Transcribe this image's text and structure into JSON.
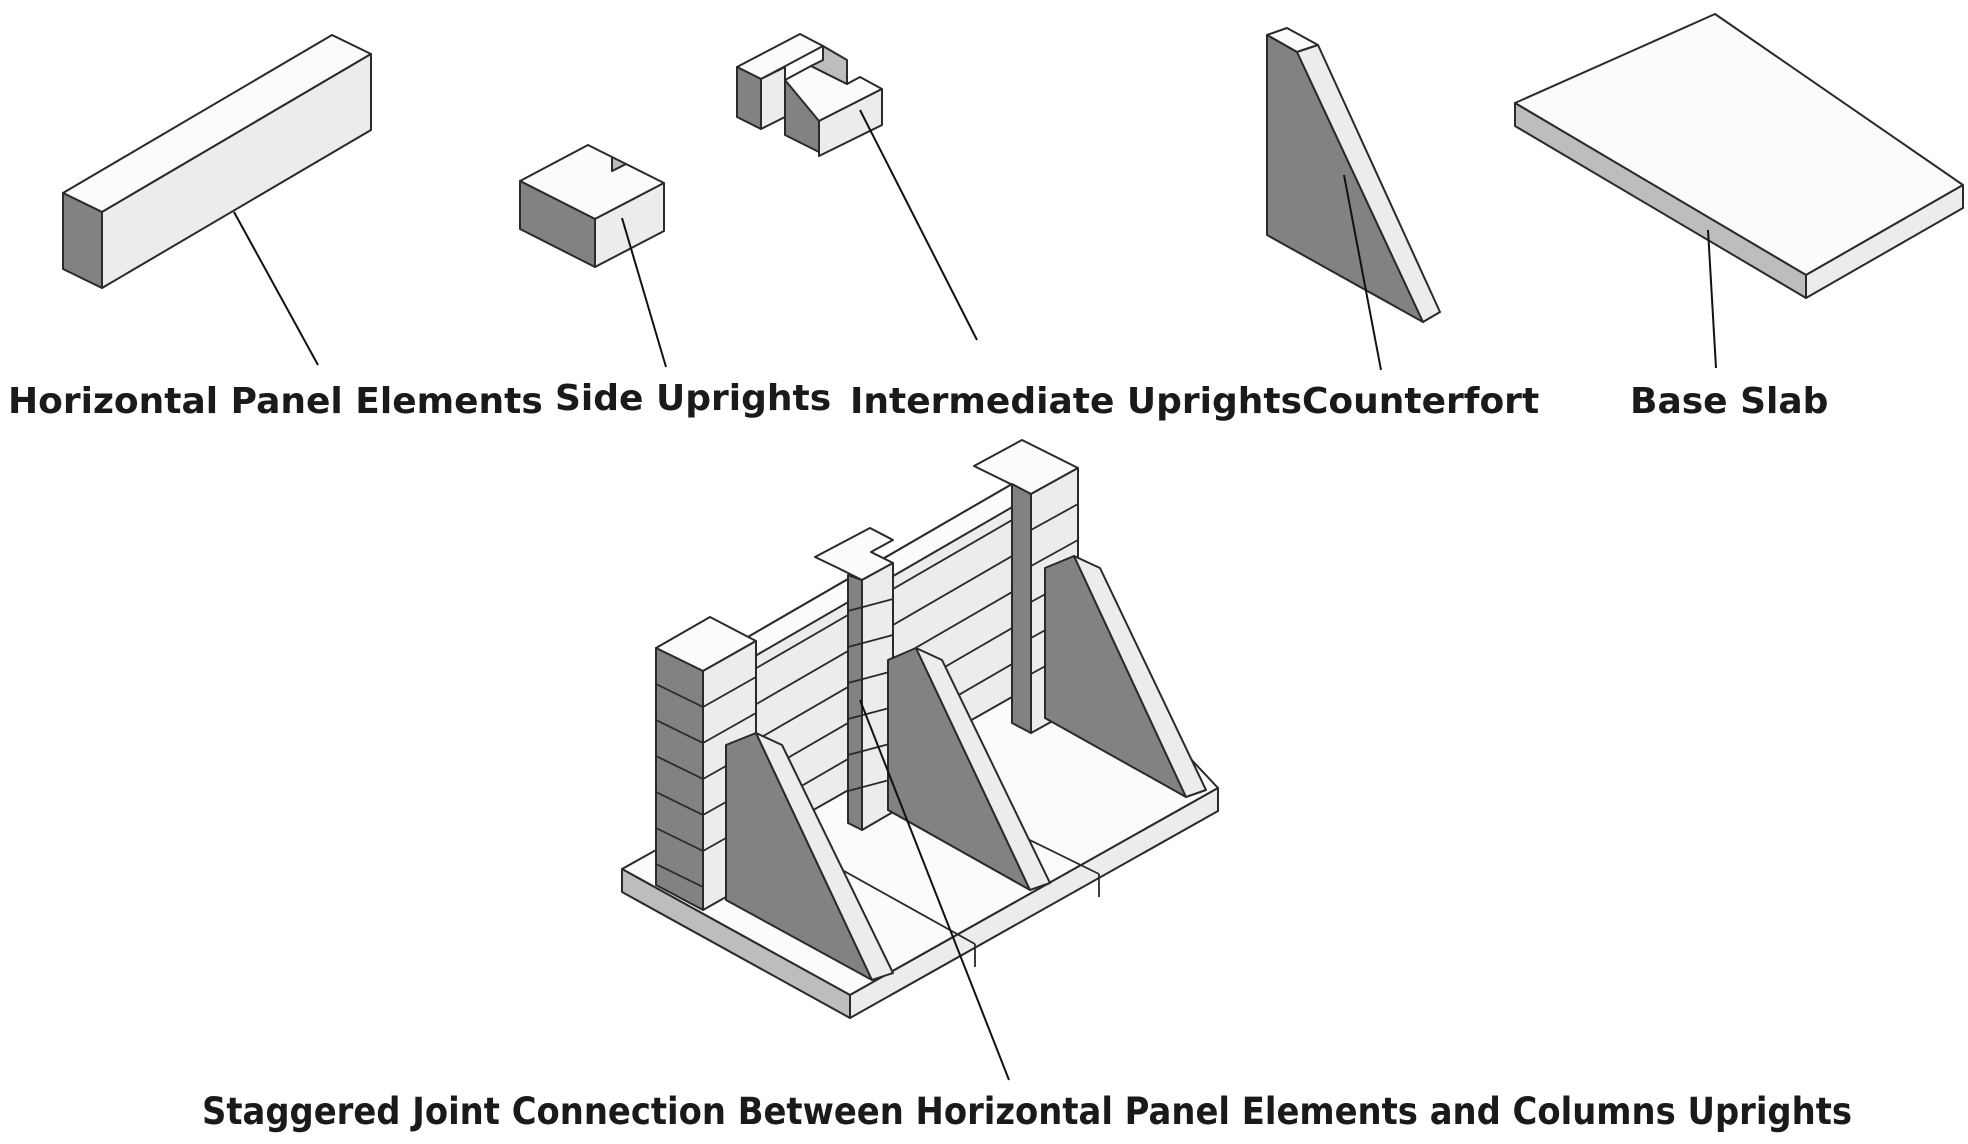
{
  "labels": {
    "horizontal_panel": "Horizontal Panel Elements",
    "side_uprights": "Side Uprights",
    "intermediate_uprights": "Intermediate Uprights",
    "counterfort": "Counterfort",
    "base_slab": "Base Slab",
    "assembly": "Staggered Joint Connection Between Horizontal Panel Elements and Columns Uprights"
  },
  "colors": {
    "light_face": "#ececec",
    "mid_face": "#bdbdbd",
    "dark_face": "#828282",
    "line": "#2a2a2a"
  }
}
